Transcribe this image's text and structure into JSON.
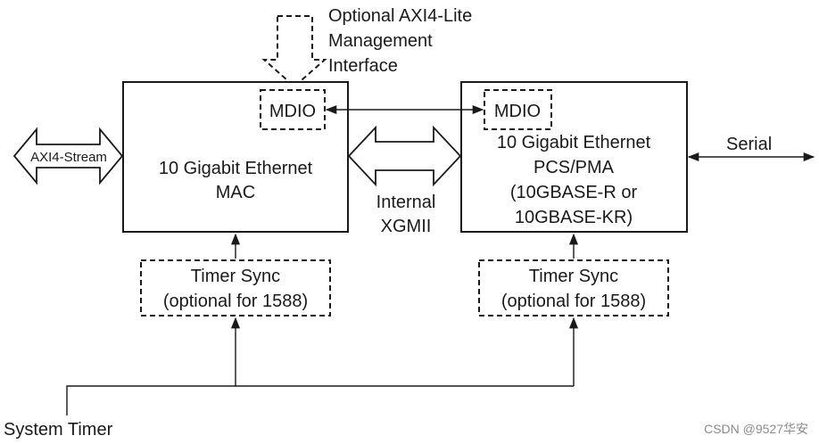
{
  "labels": {
    "mgmt_line1": "Optional AXI4-Lite",
    "mgmt_line2": "Management",
    "mgmt_line3": "Interface",
    "mdio_left": "MDIO",
    "mdio_right": "MDIO",
    "axi_stream": "AXI4-Stream",
    "mac_line1": "10 Gigabit Ethernet",
    "mac_line2": "MAC",
    "xgmii_line1": "Internal",
    "xgmii_line2": "XGMII",
    "pcs_line1": "10 Gigabit Ethernet",
    "pcs_line2": "PCS/PMA",
    "pcs_line3": "(10GBASE-R or",
    "pcs_line4": "10GBASE-KR)",
    "serial": "Serial",
    "ts_left_line1": "Timer Sync",
    "ts_left_line2": "(optional for 1588)",
    "ts_right_line1": "Timer Sync",
    "ts_right_line2": "(optional for 1588)",
    "system_timer": "System Timer"
  },
  "watermark": "CSDN @9527华安"
}
